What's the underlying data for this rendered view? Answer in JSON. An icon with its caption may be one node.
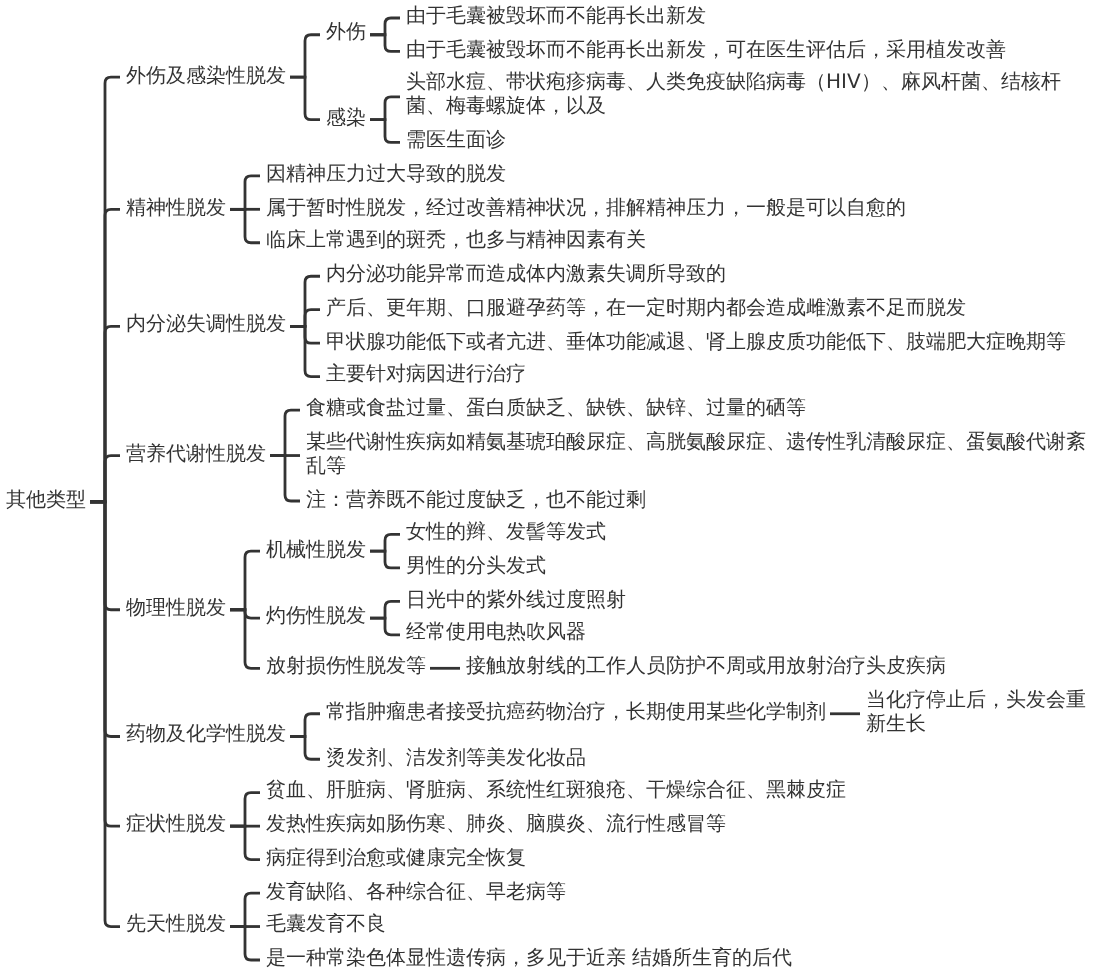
{
  "diagram": {
    "nodes": [
      {
        "text": [
          "其他类型"
        ]
      },
      {
        "text": [
          "外伤及感染性脱发"
        ]
      },
      {
        "text": [
          "外伤"
        ]
      },
      {
        "text": [
          "由于毛囊被毁坏而不能再长出新发"
        ]
      },
      {
        "text": [
          "由于毛囊被毁坏而不能再长出新发，可在医生评估后，采用植发改善"
        ]
      },
      {
        "text": [
          "感染"
        ]
      },
      {
        "text": [
          "头部水痘、带状疱疹病毒、人类免疫缺陷病毒（HIV）、麻风杆菌、结核杆菌、梅毒螺旋体，以及"
        ]
      },
      {
        "text": [
          "需医生面诊"
        ]
      },
      {
        "text": [
          "精神性脱发"
        ]
      },
      {
        "text": [
          "因精神压力过大导致的脱发"
        ]
      },
      {
        "text": [
          "属于暂时性脱发，经过改善精神状况，排解精神压力，一般是可以自愈的"
        ]
      },
      {
        "text": [
          "临床上常遇到的斑秃，也多与精神因素有关"
        ]
      },
      {
        "text": [
          "内分泌失调性脱发"
        ]
      },
      {
        "text": [
          "内分泌功能异常而造成体内激素失调所导致的"
        ]
      },
      {
        "text": [
          "产后、更年期、口服避孕药等，在一定时期内都会造成雌激素不足而脱发"
        ]
      },
      {
        "text": [
          "甲状腺功能低下或者亢进、垂体功能减退、肾上腺皮质功能低下、肢端肥大症晚期等"
        ]
      },
      {
        "text": [
          "主要针对病因进行治疗"
        ]
      },
      {
        "text": [
          "营养代谢性脱发"
        ]
      },
      {
        "text": [
          "食糖或食盐过量、蛋白质缺乏、缺铁、缺锌、过量的硒等"
        ]
      },
      {
        "text": [
          "某些代谢性疾病如精氨基琥珀酸尿症、高胱氨酸尿症、遗传性乳清酸尿症、蛋氨酸代谢紊乱等"
        ]
      },
      {
        "text": [
          "注：营养既不能过度缺乏，也不能过剩"
        ]
      },
      {
        "text": [
          "物理性脱发"
        ]
      },
      {
        "text": [
          "机械性脱发"
        ]
      },
      {
        "text": [
          "女性的辫、发髻等发式"
        ]
      },
      {
        "text": [
          "男性的分头发式"
        ]
      },
      {
        "text": [
          "灼伤性脱发"
        ]
      },
      {
        "text": [
          "日光中的紫外线过度照射"
        ]
      },
      {
        "text": [
          "经常使用电热吹风器"
        ]
      },
      {
        "text": [
          "放射损伤性脱发等"
        ]
      },
      {
        "text": [
          "接触放射线的工作人员防护不周或用放射治疗头皮疾病"
        ]
      },
      {
        "text": [
          "药物及化学性脱发"
        ]
      },
      {
        "text": [
          "常指肿瘤患者接受抗癌药物治疗，长期使用某些化学制剂"
        ]
      },
      {
        "text": [
          "当化疗停止后，头发会重新生长"
        ]
      },
      {
        "text": [
          "烫发剂、洁发剂等美发化妆品"
        ]
      },
      {
        "text": [
          "症状性脱发"
        ]
      },
      {
        "text": [
          "贫血、肝脏病、肾脏病、系统性红斑狼疮、干燥综合征、黑棘皮症"
        ]
      },
      {
        "text": [
          "发热性疾病如肠伤寒、肺炎、脑膜炎、流行性感冒等"
        ]
      },
      {
        "text": [
          "病症得到治愈或健康完全恢复"
        ]
      },
      {
        "text": [
          "先天性脱发"
        ]
      },
      {
        "text": [
          "发育缺陷、各种综合征、早老病等"
        ]
      },
      {
        "text": [
          "毛囊发育不良"
        ]
      },
      {
        "text": [
          "是一种常染色体显性遗传病，多见于近亲 结婚所生育的后代"
        ]
      }
    ],
    "edges": [
      {
        "from": 0,
        "to": 1,
        "arrow": "none"
      },
      {
        "from": 1,
        "to": 2,
        "arrow": "none"
      },
      {
        "from": 2,
        "to": 3,
        "arrow": "none"
      },
      {
        "from": 2,
        "to": 4,
        "arrow": "none"
      },
      {
        "from": 1,
        "to": 5,
        "arrow": "none"
      },
      {
        "from": 5,
        "to": 6,
        "arrow": "none"
      },
      {
        "from": 5,
        "to": 7,
        "arrow": "none"
      },
      {
        "from": 0,
        "to": 8,
        "arrow": "none"
      },
      {
        "from": 8,
        "to": 9,
        "arrow": "none"
      },
      {
        "from": 8,
        "to": 10,
        "arrow": "none"
      },
      {
        "from": 8,
        "to": 11,
        "arrow": "none"
      },
      {
        "from": 0,
        "to": 12,
        "arrow": "none"
      },
      {
        "from": 12,
        "to": 13,
        "arrow": "none"
      },
      {
        "from": 12,
        "to": 14,
        "arrow": "none"
      },
      {
        "from": 12,
        "to": 15,
        "arrow": "none"
      },
      {
        "from": 12,
        "to": 16,
        "arrow": "none"
      },
      {
        "from": 0,
        "to": 17,
        "arrow": "none"
      },
      {
        "from": 17,
        "to": 18,
        "arrow": "none"
      },
      {
        "from": 17,
        "to": 19,
        "arrow": "none"
      },
      {
        "from": 17,
        "to": 20,
        "arrow": "none"
      },
      {
        "from": 0,
        "to": 21,
        "arrow": "none"
      },
      {
        "from": 21,
        "to": 22,
        "arrow": "none"
      },
      {
        "from": 22,
        "to": 23,
        "arrow": "none"
      },
      {
        "from": 22,
        "to": 24,
        "arrow": "none"
      },
      {
        "from": 21,
        "to": 25,
        "arrow": "none"
      },
      {
        "from": 25,
        "to": 26,
        "arrow": "none"
      },
      {
        "from": 25,
        "to": 27,
        "arrow": "none"
      },
      {
        "from": 21,
        "to": 28,
        "arrow": "none"
      },
      {
        "from": 28,
        "to": 29,
        "arrow": "none"
      },
      {
        "from": 0,
        "to": 30,
        "arrow": "none"
      },
      {
        "from": 30,
        "to": 31,
        "arrow": "none"
      },
      {
        "from": 31,
        "to": 32,
        "arrow": "none"
      },
      {
        "from": 30,
        "to": 33,
        "arrow": "none"
      },
      {
        "from": 0,
        "to": 34,
        "arrow": "none"
      },
      {
        "from": 34,
        "to": 35,
        "arrow": "none"
      },
      {
        "from": 34,
        "to": 36,
        "arrow": "none"
      },
      {
        "from": 34,
        "to": 37,
        "arrow": "none"
      },
      {
        "from": 0,
        "to": 38,
        "arrow": "none"
      },
      {
        "from": 38,
        "to": 39,
        "arrow": "none"
      },
      {
        "from": 38,
        "to": 40,
        "arrow": "none"
      },
      {
        "from": 38,
        "to": 41,
        "arrow": "none"
      }
    ]
  }
}
